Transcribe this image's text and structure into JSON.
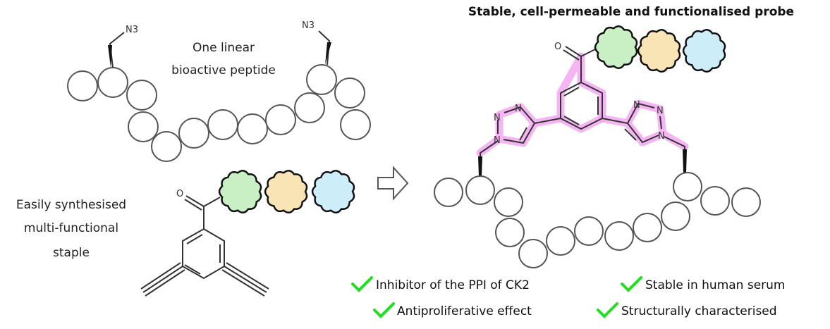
{
  "left": {
    "peptide_label": [
      "One linear",
      "bioactive peptide"
    ],
    "azide_label": "N3",
    "staple_label": [
      "Easily synthesised",
      "multi-functional",
      "staple"
    ],
    "oxygen_label": "O"
  },
  "right": {
    "title": "Stable, cell-permeable and functionalised probe",
    "oxygen_label": "O",
    "nitrogen_label": "N"
  },
  "cloud_colors": [
    "#c8f0c4",
    "#f8e4b4",
    "#cdeef8"
  ],
  "highlight_color": "#f2a8f0",
  "checklist": [
    {
      "text": "Inhibitor of the PPI of CK2",
      "icon": "check-icon"
    },
    {
      "text": "Stable in human serum",
      "icon": "check-icon"
    },
    {
      "text": "Antiproliferative effect",
      "icon": "check-icon"
    },
    {
      "text": "Structurally characterised",
      "icon": "check-icon"
    }
  ]
}
